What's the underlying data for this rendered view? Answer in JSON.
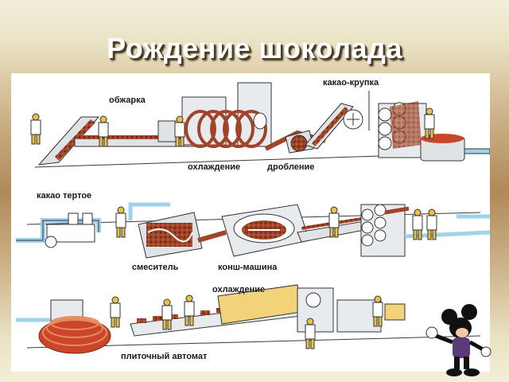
{
  "title": "Рождение шоколада",
  "labels": {
    "roasting": "обжарка",
    "cacao_nibs": "какао-крупка",
    "cooling_1": "охлаждение",
    "crushing": "дробление",
    "cocoa_liquor": "какао тертое",
    "mixer": "смеситель",
    "conche": "конш-машина",
    "cooling_2": "охлаждение",
    "tile_machine": "плиточный автомат"
  },
  "colors": {
    "chocolate": "#8b3a1e",
    "pipe": "#9fd3ec",
    "machine_gray": "#d9dde0",
    "worker_coat": "#ffffff",
    "worker_helmet": "#e8c14a"
  }
}
